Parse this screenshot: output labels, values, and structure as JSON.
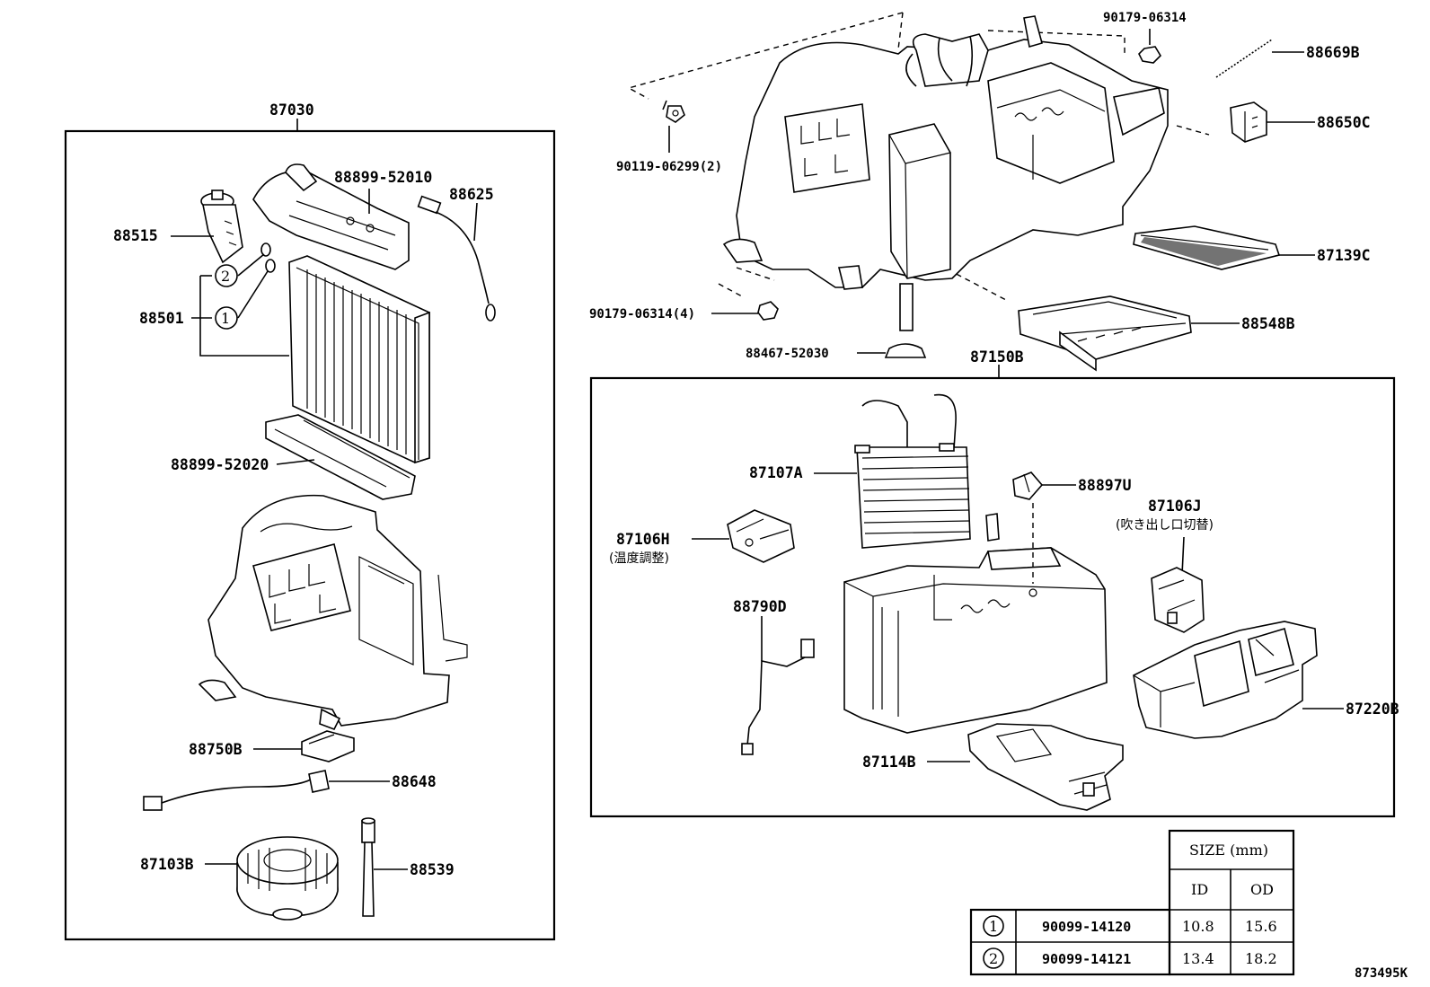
{
  "diagram": {
    "groups": {
      "left_group": "87030",
      "right_group": "87150B"
    },
    "parts": {
      "p88515": "88515",
      "p88899_52010": "88899-52010",
      "p88625": "88625",
      "p88501": "88501",
      "p88899_52020": "88899-52020",
      "p88750B": "88750B",
      "p88648": "88648",
      "p87103B": "87103B",
      "p88539": "88539",
      "p90179_06314_top": "90179-06314",
      "p88669B": "88669B",
      "p88650C": "88650C",
      "p90119_06299": "90119-06299(2)",
      "p87139C": "87139C",
      "p90179_06314_4": "90179-06314(4)",
      "p88548B": "88548B",
      "p88467_52030": "88467-52030",
      "p87107A": "87107A",
      "p88897U": "88897U",
      "p87106J": "87106J",
      "p87106J_note": "(吹き出し口切替)",
      "p87106H": "87106H",
      "p87106H_note": "(温度調整)",
      "p88790D": "88790D",
      "p87220B": "87220B",
      "p87114B": "87114B"
    },
    "callouts": {
      "c1": "1",
      "c2": "2"
    },
    "size_table": {
      "header": "SIZE (mm)",
      "col_id": "ID",
      "col_od": "OD",
      "rows": [
        {
          "mark": "1",
          "part": "90099-14120",
          "id": "10.8",
          "od": "15.6"
        },
        {
          "mark": "2",
          "part": "90099-14121",
          "id": "13.4",
          "od": "18.2"
        }
      ]
    },
    "figure_number": "873495K"
  }
}
